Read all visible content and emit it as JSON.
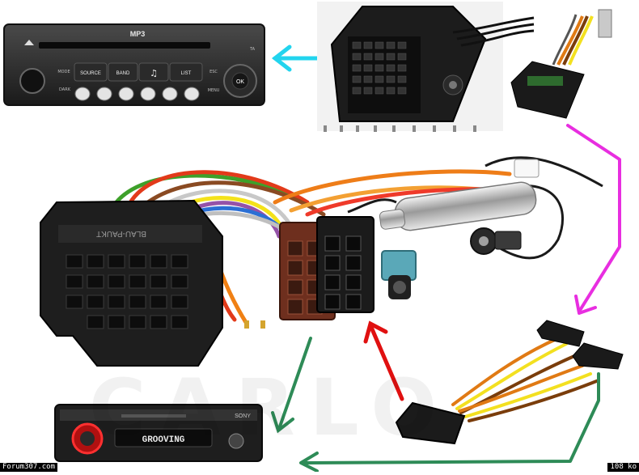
{
  "cd_player": {
    "label_mp3": "MP3",
    "label_source": "SOURCE",
    "label_band": "BAND",
    "label_list": "LIST",
    "label_music": "♫",
    "label_ok": "OK",
    "label_esc": "ESC",
    "label_menu": "MENU",
    "label_mode": "MODE",
    "label_dark": "DARK",
    "label_ta": "TA"
  },
  "aftermarket_radio": {
    "brand": "SONY",
    "display_text": "GROOVING"
  },
  "connector_label": "BLAU-PAUKT",
  "arrows": {
    "cyan": "#22d4ee",
    "magenta": "#e82ee0",
    "red": "#e01010",
    "green": "#2e8b57"
  },
  "footer": {
    "site": "Forum307.com",
    "size": "108 ko"
  },
  "watermark": "CARLO"
}
